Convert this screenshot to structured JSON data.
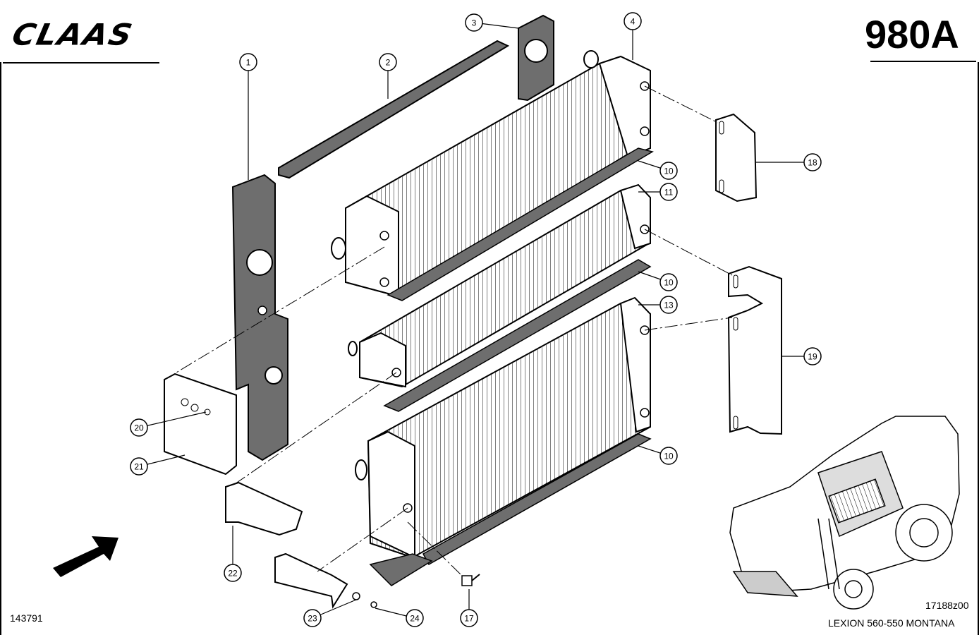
{
  "header": {
    "brand": "CLAAS",
    "page_code": "980A"
  },
  "footer": {
    "sheet_number": "143791",
    "drawing_ref": "17188z00",
    "model": "LEXION 560-550 MONTANA"
  },
  "callouts": [
    "1",
    "2",
    "3",
    "4",
    "10",
    "10",
    "10",
    "11",
    "13",
    "17",
    "18",
    "19",
    "20",
    "21",
    "22",
    "23",
    "24"
  ],
  "colors": {
    "ink": "#000000",
    "gasket": "#6e6e6e",
    "paper": "#ffffff"
  },
  "icons": {
    "direction": "arrow-icon"
  }
}
